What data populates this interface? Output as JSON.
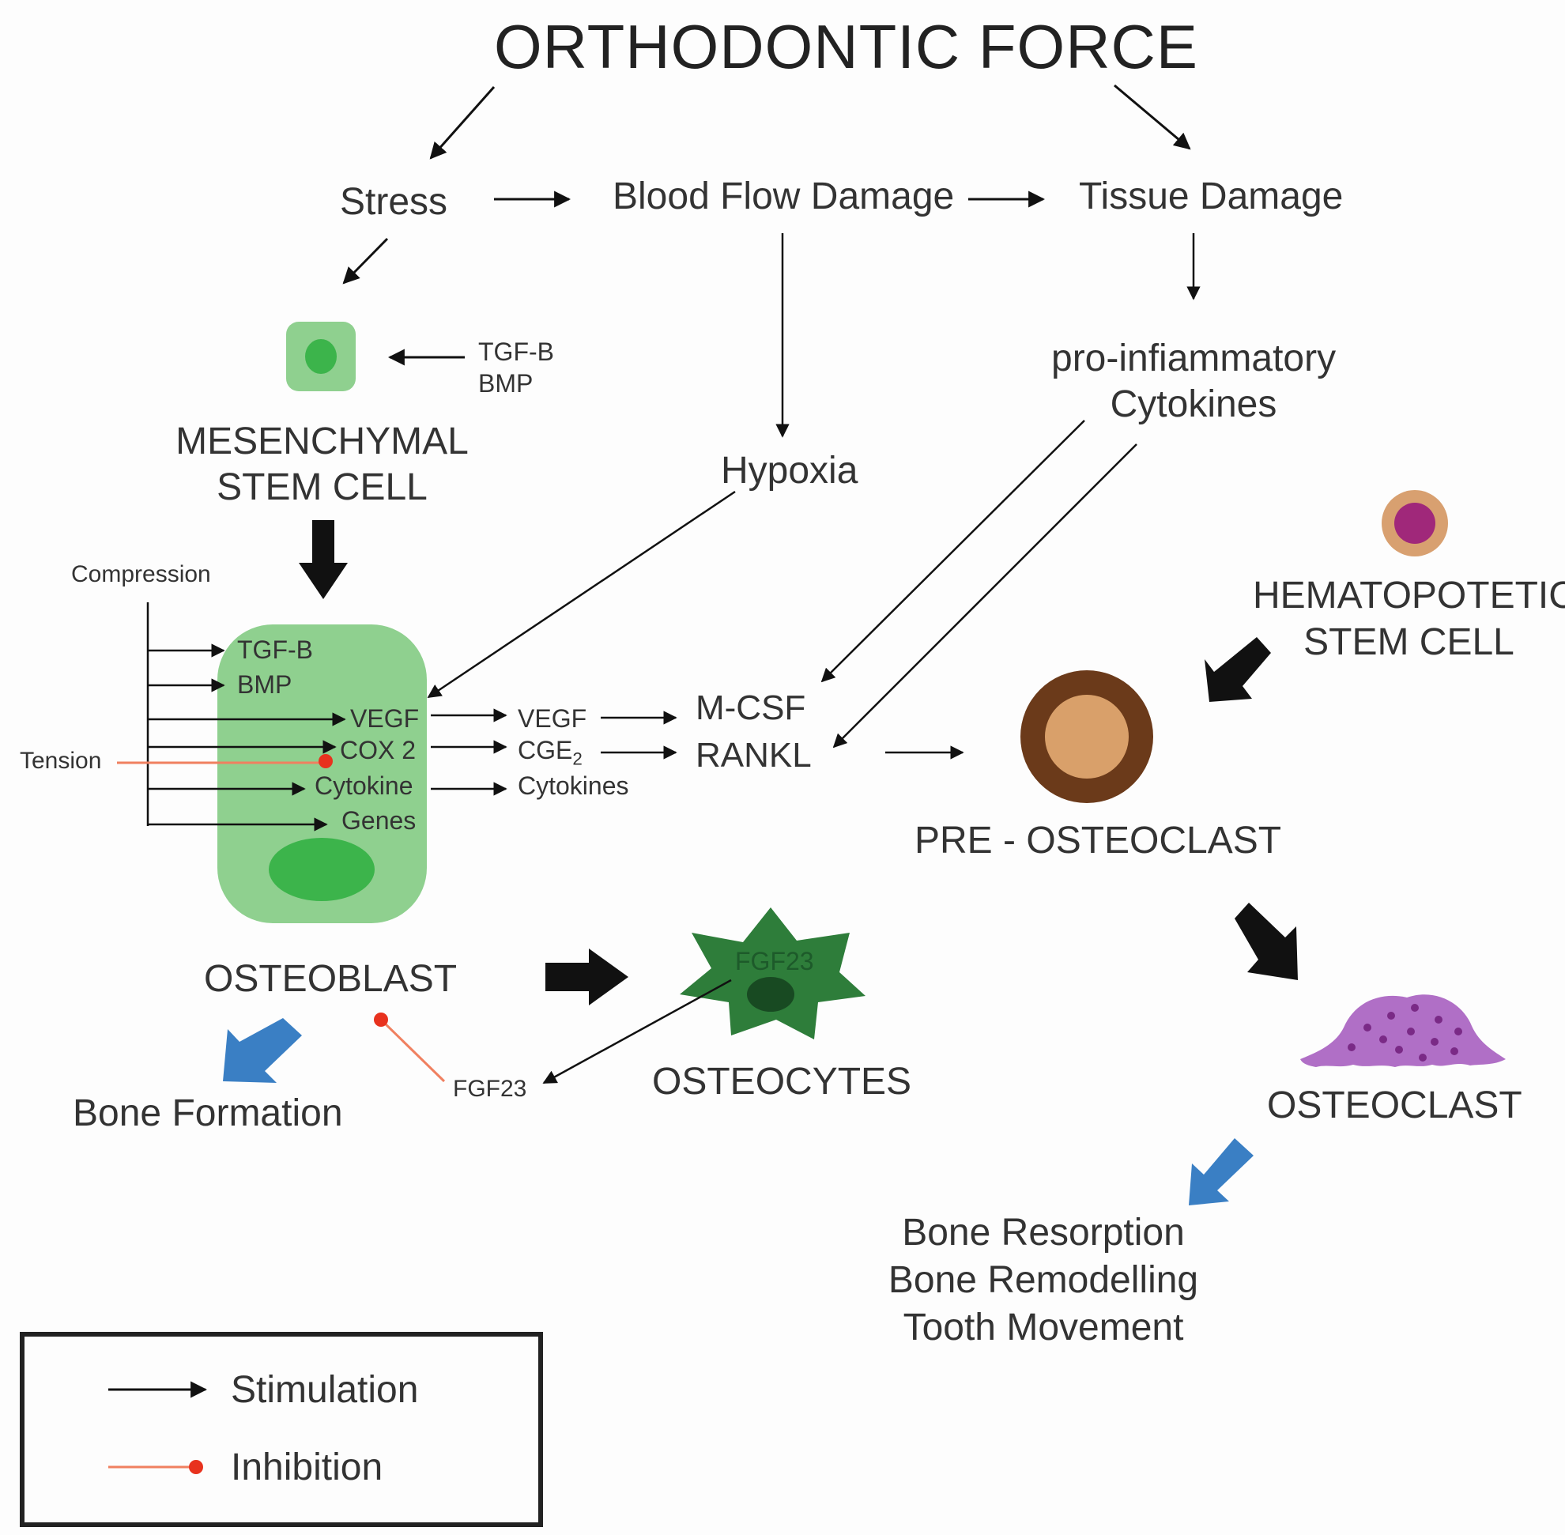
{
  "title": "ORTHODONTIC FORCE",
  "nodes": {
    "stress": "Stress",
    "blood_flow": "Blood Flow Damage",
    "tissue_damage": "Tissue Damage",
    "pro_inflammatory": [
      "pro-infiammatory",
      "Cytokines"
    ],
    "hypoxia": "Hypoxia",
    "msc_growth": [
      "TGF-B",
      "BMP"
    ],
    "msc_label": [
      "MESENCHYMAL",
      "STEM CELL"
    ],
    "compression": "Compression",
    "tension": "Tension",
    "osteoblast_contents": [
      "TGF-B",
      "BMP",
      "VEGF",
      "COX 2",
      "Cytokine",
      "Genes"
    ],
    "osteoblast_outputs": [
      "VEGF",
      "CGE",
      "Cytokines"
    ],
    "cge_subscript": "2",
    "mcsf": "M-CSF",
    "rankl": "RANKL",
    "hematopoietic": [
      "HEMATOPOTETIC",
      "STEM CELL"
    ],
    "pre_osteoclast": "PRE - OSTEOCLAST",
    "osteoblast": "OSTEOBLAST",
    "osteocytes": "OSTEOCYTES",
    "osteocyte_inner": "FGF23",
    "fgf23": "FGF23",
    "bone_formation": "Bone Formation",
    "osteoclast": "OSTEOCLAST",
    "outcomes": [
      "Bone Resorption",
      "Bone Remodelling",
      "Tooth Movement"
    ]
  },
  "legend": {
    "stimulation": "Stimulation",
    "inhibition": "Inhibition"
  },
  "colors": {
    "stimulation": "#111111",
    "inhibition": "#f08060",
    "inhibition_dot": "#e8321e",
    "cell_light_green": "#8fd08f",
    "cell_nucleus_green": "#3cb44b",
    "osteocyte_green": "#2e7d3a",
    "pre_osteoclast_outer": "#6b3a1a",
    "pre_osteoclast_inner": "#d9a06a",
    "osteoclast_purple": "#b06fc6",
    "hsc_outer": "#d8a070",
    "hsc_inner": "#a0287a",
    "blue_arrow": "#3a7fc4"
  }
}
